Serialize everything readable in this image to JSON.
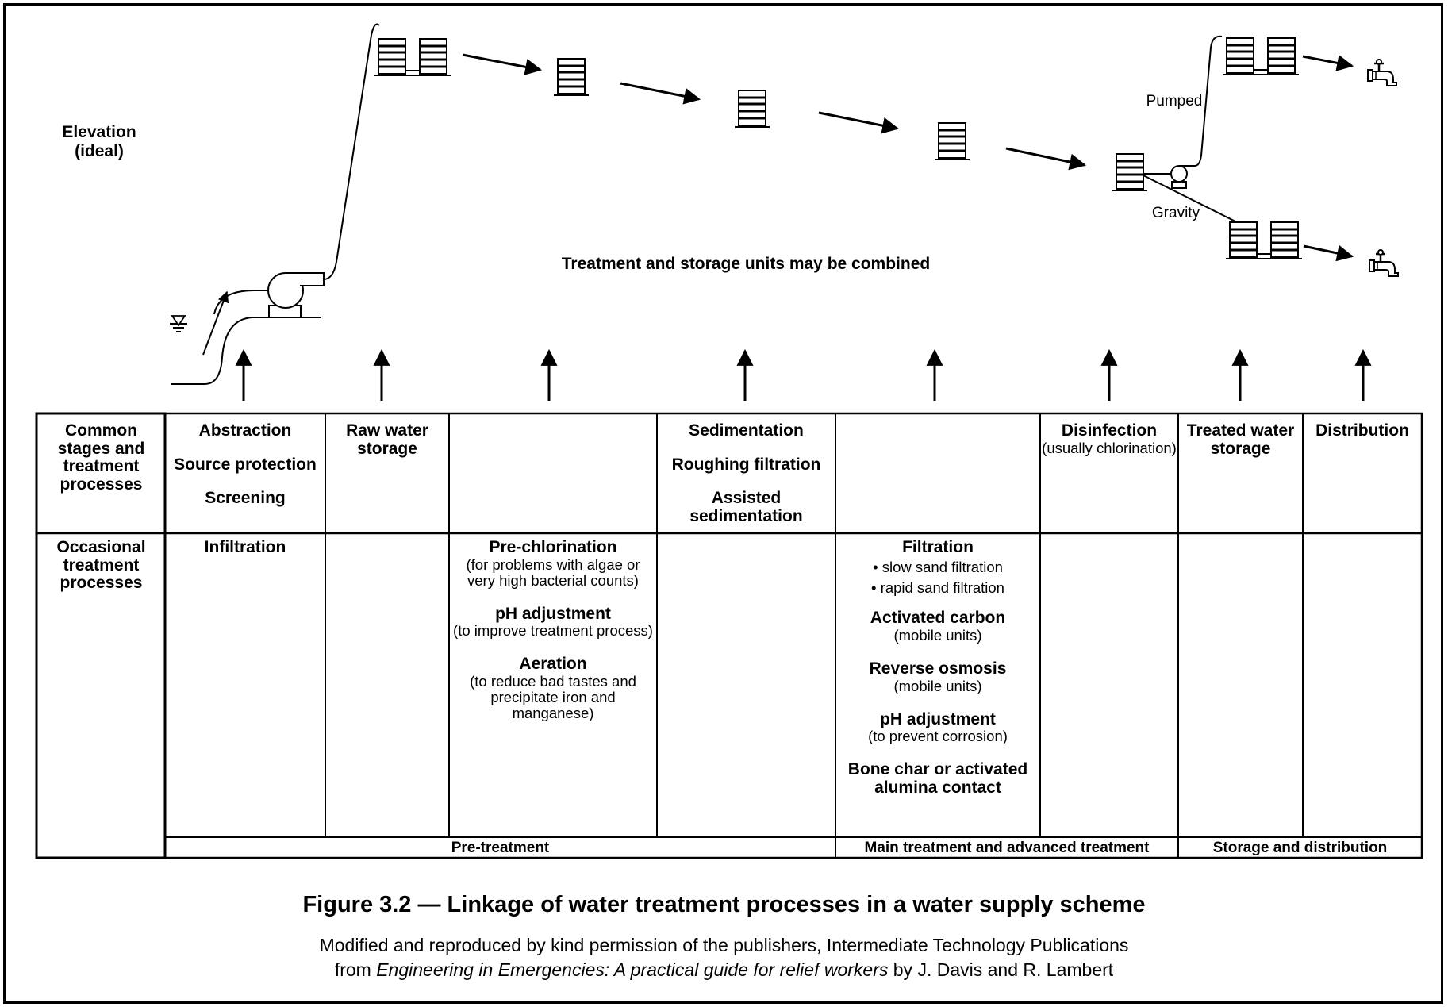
{
  "diagram": {
    "elevation_label": "Elevation (ideal)",
    "note": "Treatment and storage units may be combined",
    "pumped_label": "Pumped",
    "gravity_label": "Gravity"
  },
  "table": {
    "row_headers": {
      "common": "Common stages and treatment processes",
      "occasional": "Occasional treatment processes"
    },
    "common": {
      "c1": [
        "Abstraction",
        "Source protection",
        "Screening"
      ],
      "c2": "Raw water storage",
      "c4": [
        "Sedimentation",
        "Roughing filtration",
        "Assisted sedimentation"
      ],
      "c6_title": "Disinfection",
      "c6_sub": "(usually chlorination)",
      "c7": "Treated water storage",
      "c8": "Distribution"
    },
    "occasional": {
      "c1": "Infiltration",
      "c3": [
        {
          "title": "Pre-chlorination",
          "sub": "(for problems with algae or very high bacterial counts)"
        },
        {
          "title": "pH adjustment",
          "sub": "(to improve treatment process)"
        },
        {
          "title": "Aeration",
          "sub": "(to reduce bad tastes and precipitate iron and manganese)"
        }
      ],
      "c5_filtration": {
        "title": "Filtration",
        "bullets": [
          "slow sand filtration",
          "rapid sand filtration"
        ]
      },
      "c5": [
        {
          "title": "Activated carbon",
          "sub": "(mobile units)"
        },
        {
          "title": "Reverse osmosis",
          "sub": "(mobile units)"
        },
        {
          "title": "pH adjustment",
          "sub": "(to prevent corrosion)"
        },
        {
          "title": "Bone char or activated alumina contact",
          "sub": ""
        }
      ]
    },
    "bands": [
      "Pre-treatment",
      "Main treatment and advanced treatment",
      "Storage and distribution"
    ]
  },
  "caption": "Figure 3.2 — Linkage of water treatment processes in a water supply scheme",
  "credit": {
    "line1": "Modified and reproduced by kind permission of the publishers, Intermediate Technology Publications",
    "line2_prefix": "from",
    "book_title": "Engineering in Emergencies: A practical guide for relief workers",
    "line2_suffix": "by J. Davis and R. Lambert"
  }
}
